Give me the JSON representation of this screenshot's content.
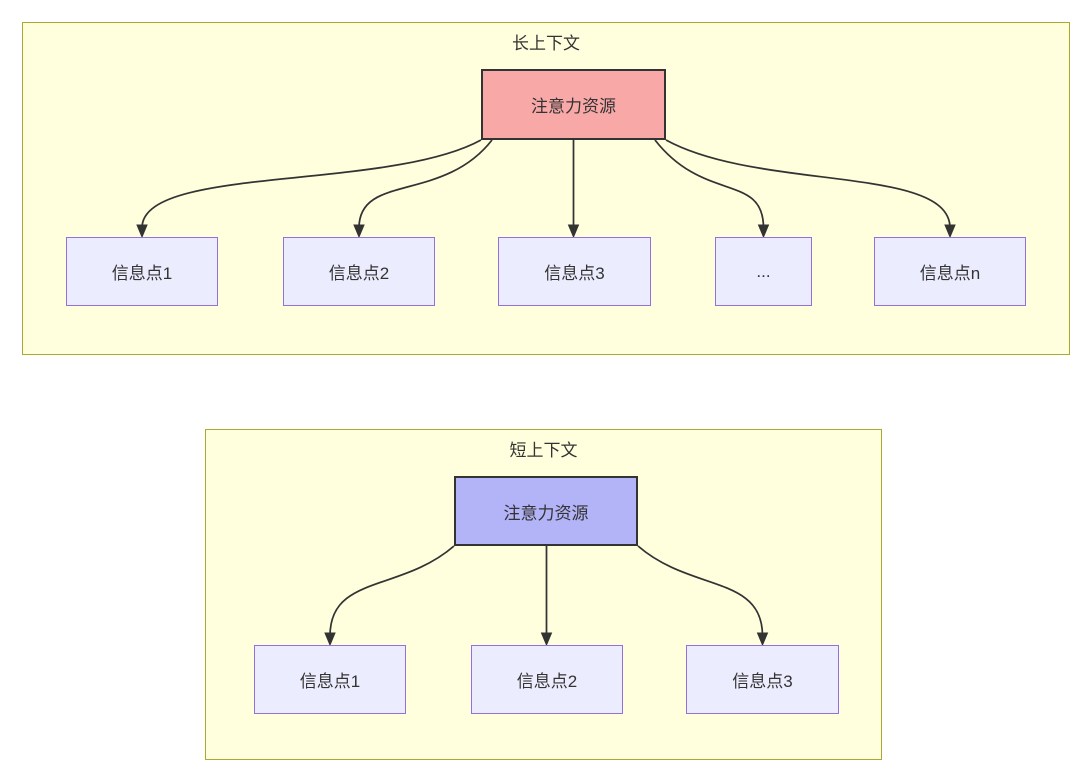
{
  "colors": {
    "subgraph_fill": "#ffffde",
    "subgraph_border": "#aaaa33",
    "node_fill": "#ececff",
    "node_border": "#9370DB",
    "attention_long_fill": "#f9a8a8",
    "attention_short_fill": "#b3b3f7",
    "attention_border": "#333333",
    "edge_color": "#333333",
    "text_color": "#333333"
  },
  "long_context": {
    "title": "长上下文",
    "attention_label": "注意力资源",
    "nodes": [
      {
        "label": "信息点1"
      },
      {
        "label": "信息点2"
      },
      {
        "label": "信息点3"
      },
      {
        "label": "..."
      },
      {
        "label": "信息点n"
      }
    ]
  },
  "short_context": {
    "title": "短上下文",
    "attention_label": "注意力资源",
    "nodes": [
      {
        "label": "信息点1"
      },
      {
        "label": "信息点2"
      },
      {
        "label": "信息点3"
      }
    ]
  }
}
